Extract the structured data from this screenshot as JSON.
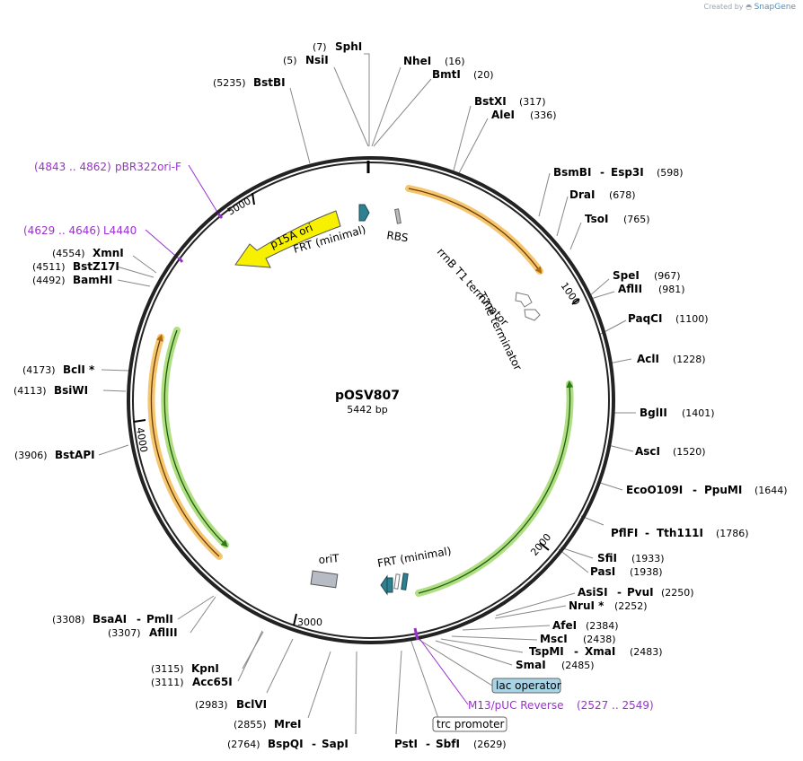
{
  "credit": {
    "prefix": "Created by",
    "brand": "SnapGene"
  },
  "plasmid": {
    "name": "pOSV807",
    "length_label": "5442 bp"
  },
  "ruler_ticks": [
    "1000",
    "2000",
    "3000",
    "4000",
    "5000"
  ],
  "features": {
    "p15a_ori": "p15A ori",
    "frt_top": "FRT (minimal)",
    "rbs": "RBS",
    "rrnb": "rrnB T1 terminator",
    "t7te": "T7Te terminator",
    "orit": "oriT",
    "frt_bottom": "FRT (minimal)",
    "lac_operator": "lac operator",
    "trc_promoter": "trc promoter"
  },
  "primers": [
    {
      "name": "pBR322ori-F",
      "range": "(4843 .. 4862)"
    },
    {
      "name": "L4440",
      "range": "(4629 .. 4646)"
    },
    {
      "name": "M13/pUC Reverse",
      "range": "(2527 .. 2549)"
    }
  ],
  "sites": [
    {
      "name": "SphI",
      "pos": "(7)"
    },
    {
      "name": "NsiI",
      "pos": "(5)"
    },
    {
      "name": "NheI",
      "pos": "(16)"
    },
    {
      "name": "BmtI",
      "pos": "(20)"
    },
    {
      "name": "BstBI",
      "pos": "(5235)"
    },
    {
      "name": "BstXI",
      "pos": "(317)"
    },
    {
      "name": "AleI",
      "pos": "(336)"
    },
    {
      "name": "BsmBI",
      "name2": "Esp3I",
      "pos": "(598)"
    },
    {
      "name": "DraI",
      "pos": "(678)"
    },
    {
      "name": "TsoI",
      "pos": "(765)"
    },
    {
      "name": "SpeI",
      "pos": "(967)"
    },
    {
      "name": "AflII",
      "pos": "(981)"
    },
    {
      "name": "PaqCI",
      "pos": "(1100)"
    },
    {
      "name": "AclI",
      "pos": "(1228)"
    },
    {
      "name": "BglII",
      "pos": "(1401)"
    },
    {
      "name": "AscI",
      "pos": "(1520)"
    },
    {
      "name": "EcoO109I",
      "name2": "PpuMI",
      "pos": "(1644)"
    },
    {
      "name": "PflFI",
      "name2": "Tth111I",
      "pos": "(1786)"
    },
    {
      "name": "SfiI",
      "pos": "(1933)"
    },
    {
      "name": "PasI",
      "pos": "(1938)"
    },
    {
      "name": "AsiSI",
      "name2": "PvuI",
      "pos": "(2250)"
    },
    {
      "name": "NruI *",
      "pos": "(2252)"
    },
    {
      "name": "AfeI",
      "pos": "(2384)"
    },
    {
      "name": "MscI",
      "pos": "(2438)"
    },
    {
      "name": "TspMI",
      "name2": "XmaI",
      "pos": "(2483)"
    },
    {
      "name": "SmaI",
      "pos": "(2485)"
    },
    {
      "name": "PstI",
      "name2": "SbfI",
      "pos": "(2629)"
    },
    {
      "name": "BspQI",
      "name2": "SapI",
      "pos": "(2764)"
    },
    {
      "name": "MreI",
      "pos": "(2855)"
    },
    {
      "name": "BclVI",
      "pos": "(2983)"
    },
    {
      "name": "Acc65I",
      "pos": "(3111)"
    },
    {
      "name": "KpnI",
      "pos": "(3115)"
    },
    {
      "name": "AflIII",
      "pos": "(3307)"
    },
    {
      "name": "BsaAI",
      "name2": "PmlI",
      "pos": "(3308)"
    },
    {
      "name": "BstAPI",
      "pos": "(3906)"
    },
    {
      "name": "BsiWI",
      "pos": "(4113)"
    },
    {
      "name": "BclI *",
      "pos": "(4173)"
    },
    {
      "name": "BamHI",
      "pos": "(4492)"
    },
    {
      "name": "BstZ17I",
      "pos": "(4511)"
    },
    {
      "name": "XmnI",
      "pos": "(4554)"
    }
  ],
  "colors": {
    "backbone": "#222222",
    "primer": "#9b2fd2",
    "orf_orange": "#f2b33d",
    "orf_green": "#8fd14f",
    "ori": "#f7f100",
    "frt": "#2e7f8f",
    "label_box_blue": "#a8d4e6"
  }
}
